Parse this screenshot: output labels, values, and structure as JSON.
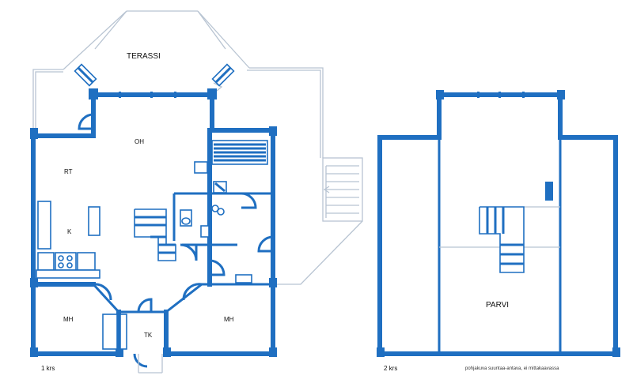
{
  "plan": {
    "floor1": {
      "caption": "1 krs",
      "rooms": {
        "terrace": "TERASSI",
        "living": "OH",
        "dining": "RT",
        "kitchen": "K",
        "bedroom_left": "MH",
        "bedroom_right": "MH",
        "utility": "TK"
      }
    },
    "floor2": {
      "caption": "2 krs",
      "rooms": {
        "loft": "PARVI"
      }
    },
    "note": "pohjakuva suuntaa-antava, ei mittakaavassa"
  },
  "colors": {
    "wall": "#1f6fc1",
    "ghost_line": "#b8c4d2",
    "background": "#ffffff"
  }
}
